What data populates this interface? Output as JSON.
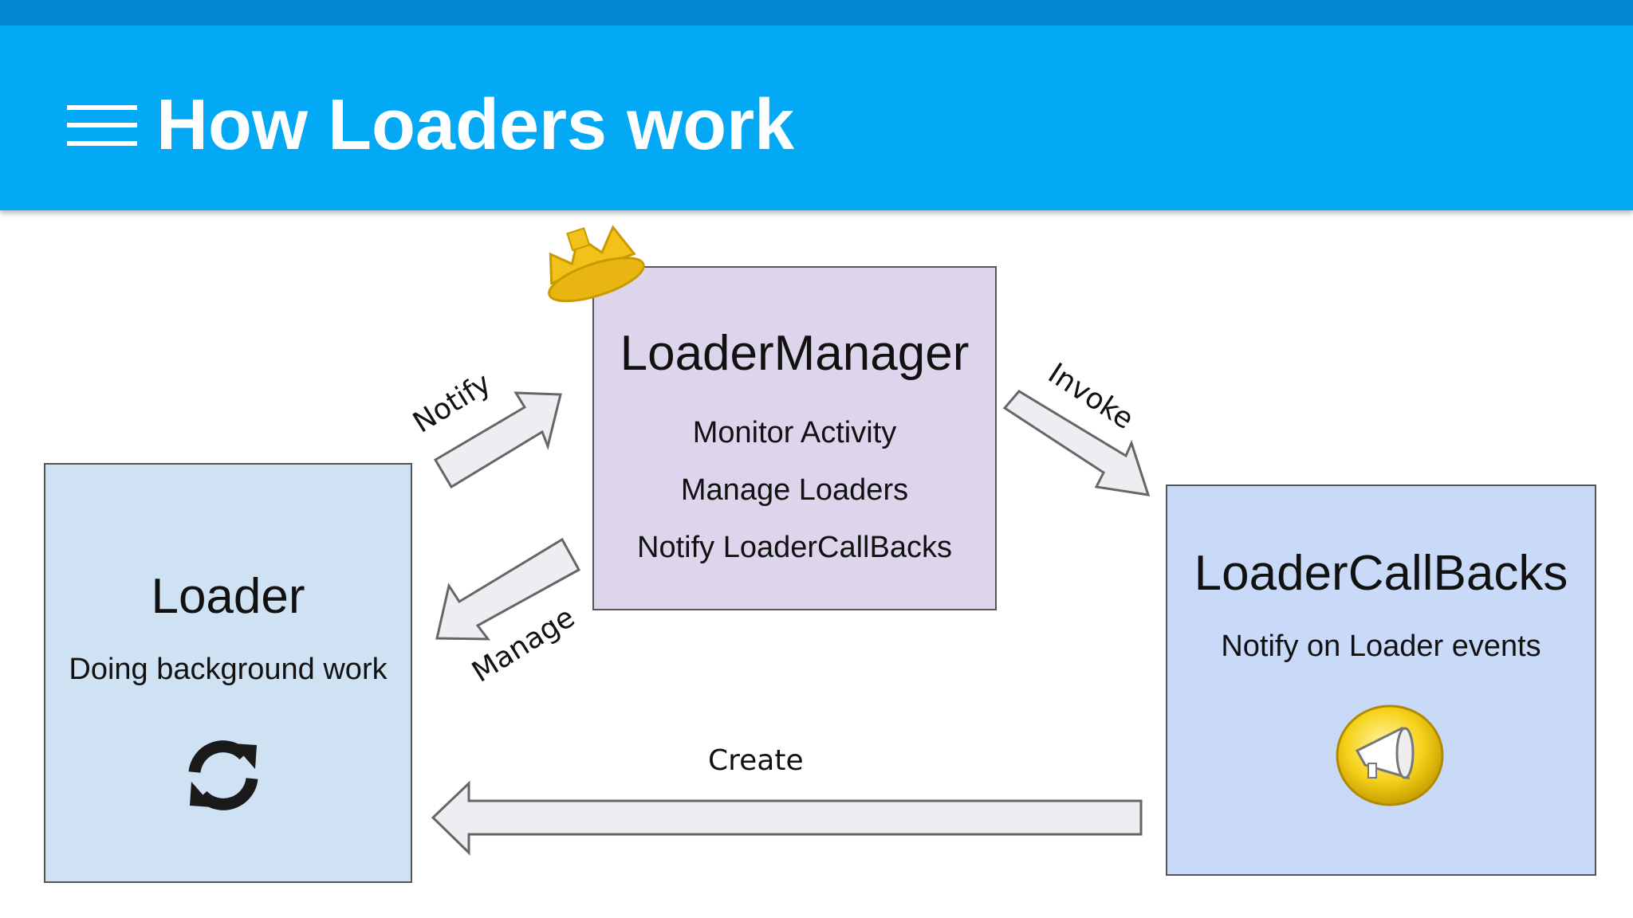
{
  "header": {
    "title": "How Loaders work",
    "menu_icon": "hamburger-menu-icon"
  },
  "boxes": {
    "manager": {
      "title": "LoaderManager",
      "lines": [
        "Monitor Activity",
        "Manage Loaders",
        "Notify LoaderCallBacks"
      ],
      "badge_icon": "crown-icon",
      "color": "#ddd5ec"
    },
    "loader": {
      "title": "Loader",
      "lines": [
        "Doing background work"
      ],
      "icon": "refresh-icon",
      "color": "#cfe2f3"
    },
    "callbacks": {
      "title": "LoaderCallBacks",
      "lines": [
        "Notify on Loader events"
      ],
      "icon": "megaphone-icon",
      "color": "#c9daf8"
    }
  },
  "arrows": {
    "notify": "Notify",
    "manage": "Manage",
    "invoke": "Invoke",
    "create": "Create"
  },
  "colors": {
    "header": "#03a9f4",
    "top_strip": "#0288d1",
    "arrow_fill": "#efedf1"
  }
}
